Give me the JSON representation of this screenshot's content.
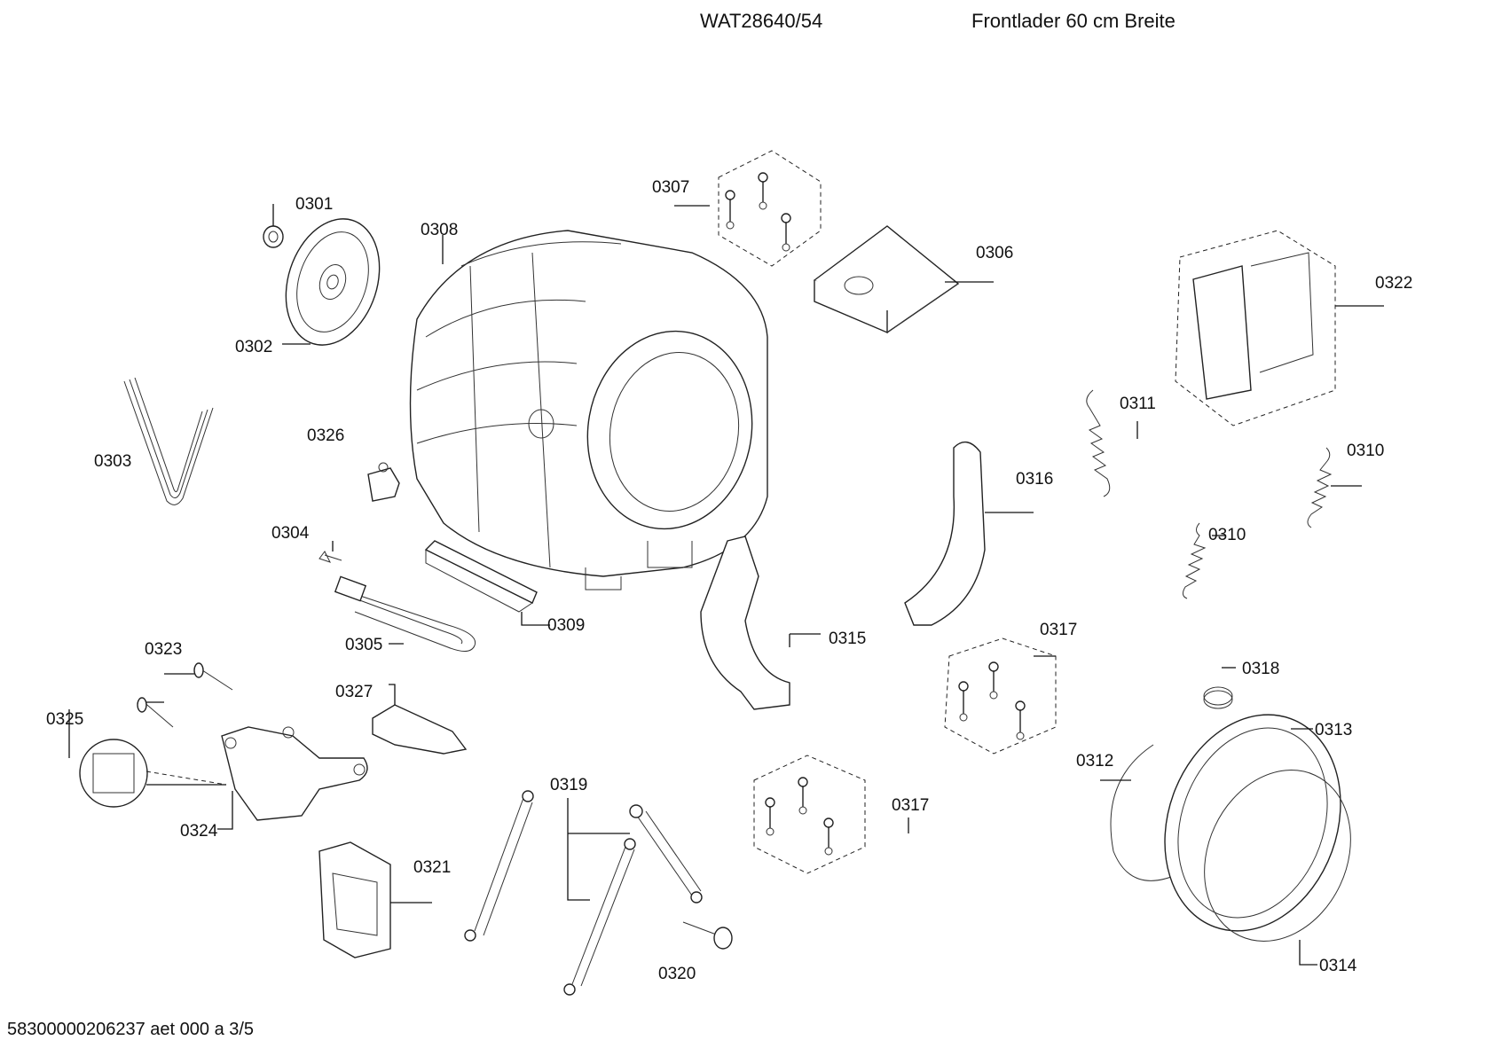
{
  "header": {
    "model": "WAT28640/54",
    "description": "Frontlader 60 cm Breite"
  },
  "footer": {
    "code": "58300000206237 aet 000 a 3/5"
  },
  "parts": {
    "p0301": "0301",
    "p0302": "0302",
    "p0303": "0303",
    "p0304": "0304",
    "p0305": "0305",
    "p0306": "0306",
    "p0307": "0307",
    "p0308": "0308",
    "p0309": "0309",
    "p0310a": "0310",
    "p0310b": "0310",
    "p0311": "0311",
    "p0312": "0312",
    "p0313": "0313",
    "p0314": "0314",
    "p0315": "0315",
    "p0316": "0316",
    "p0317a": "0317",
    "p0317b": "0317",
    "p0318": "0318",
    "p0319": "0319",
    "p0320": "0320",
    "p0321": "0321",
    "p0322": "0322",
    "p0323": "0323",
    "p0324": "0324",
    "p0325": "0325",
    "p0326": "0326",
    "p0327": "0327"
  }
}
